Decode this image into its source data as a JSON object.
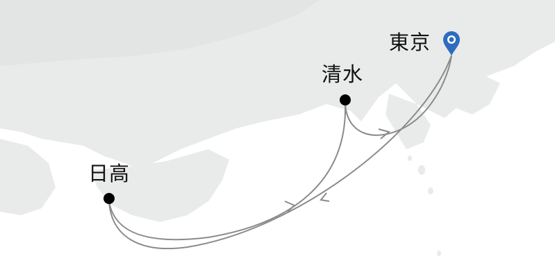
{
  "map": {
    "colors": {
      "land": "#e9eaea",
      "sea": "#ffffff",
      "route": "#8a8a8a",
      "pin": "#2f6cc0",
      "port": "#000000"
    },
    "ports": [
      {
        "id": "tokyo",
        "name": "東京",
        "marker": "map-pin-icon"
      },
      {
        "id": "shimizu",
        "name": "清水",
        "marker": "dot"
      },
      {
        "id": "hidaka",
        "name": "日高",
        "marker": "dot"
      }
    ],
    "routes": [
      {
        "from": "東京",
        "to": "日高"
      },
      {
        "from": "日高",
        "to": "清水"
      },
      {
        "from": "清水",
        "to": "東京"
      }
    ]
  }
}
